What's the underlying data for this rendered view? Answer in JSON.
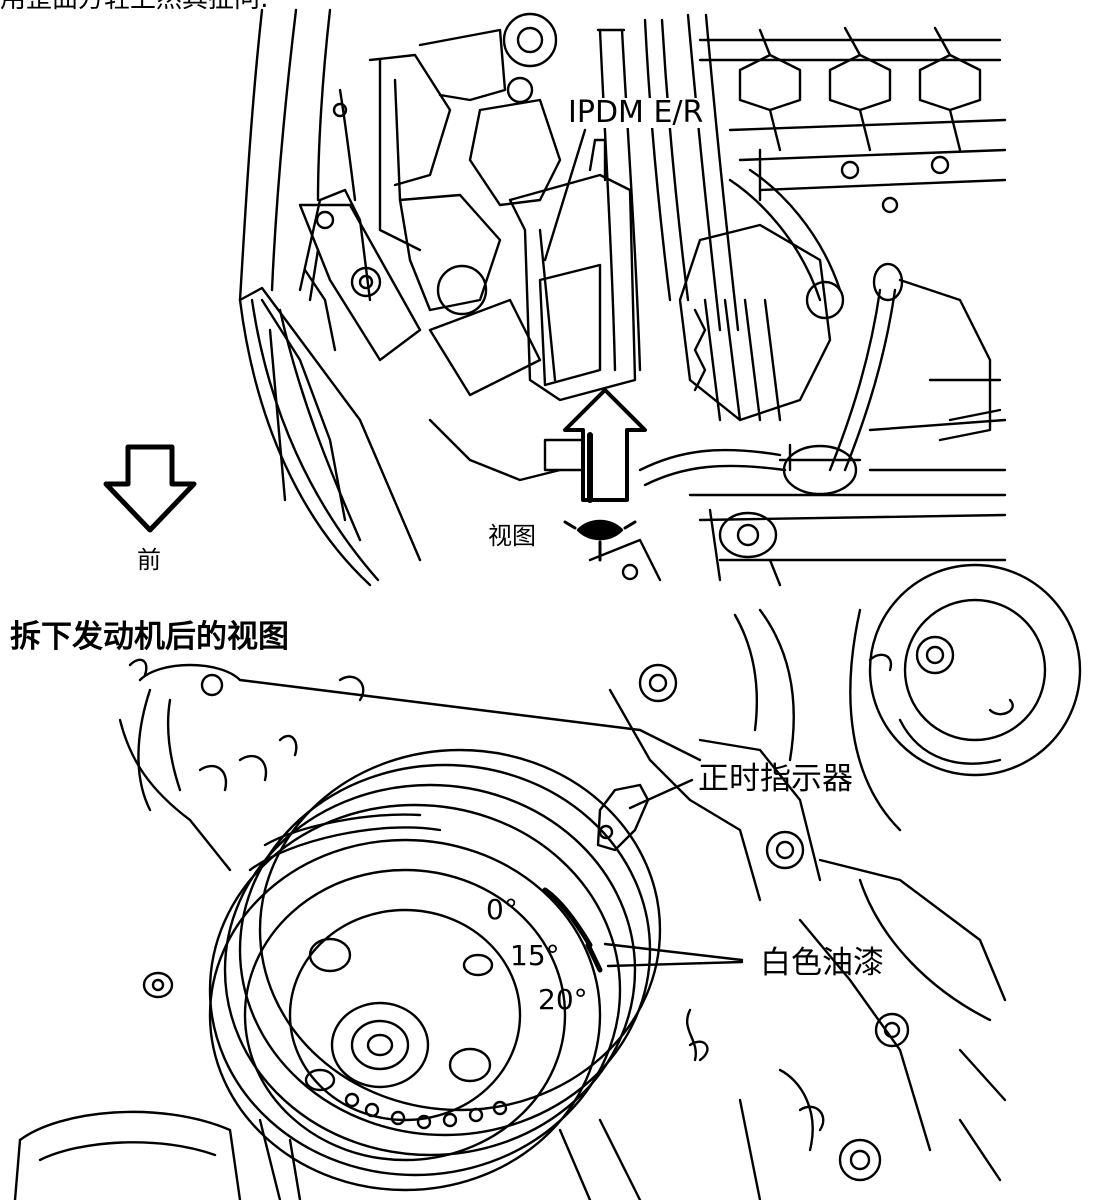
{
  "top_caption": "用歪曲方轻上然其扯问:",
  "top_view": {
    "ipdm_label": "IPDM E/R",
    "view_label": "视图",
    "front_label": "前"
  },
  "bottom_view": {
    "title": "拆下发动机后的视图",
    "timing_indicator_label": "正时指示器",
    "white_paint_label": "白色油漆",
    "degree_marks": [
      "0°",
      "15°",
      "20°"
    ]
  },
  "colors": {
    "line": "#000000",
    "background": "#ffffff"
  },
  "icons": [
    "front-direction-arrow-icon",
    "view-arrow-icon",
    "view-eye-icon"
  ]
}
